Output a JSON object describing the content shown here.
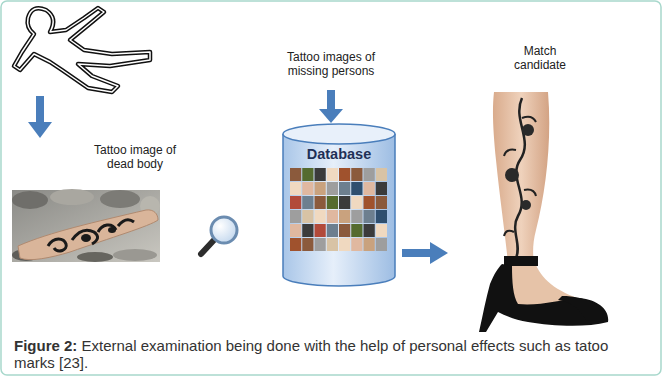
{
  "diagram": {
    "caption": "Figure 2: External examination being done with the help of personal effects such as tatoo marks [23].",
    "nodes": [
      {
        "text": [
          "Tattoo image of dead body"
        ]
      },
      {
        "text": [
          "Database"
        ]
      },
      {
        "text": [
          "Match candidate"
        ]
      }
    ],
    "edges": [
      {
        "from": 1,
        "to": 2,
        "arrow": "to"
      }
    ],
    "labels": [
      "Tattoo images of missing persons"
    ]
  }
}
